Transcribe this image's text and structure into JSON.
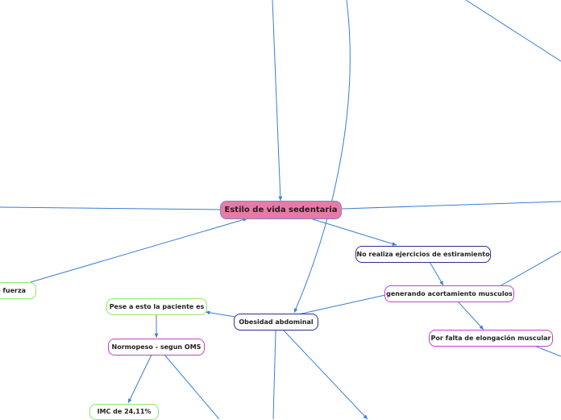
{
  "map": {
    "central": "Estilo de vida sedentaria",
    "nodes": {
      "fuerza": "de fuerza",
      "no_realiza": "No realiza ejercicios de estiramiento",
      "generando": "generando acortamiento  musculos",
      "por_falta": "Por falta de elongación muscular",
      "obesidad": "Obesidad abdominal",
      "pese": "Pese a esto la paciente es",
      "normopeso": "Normopeso - segun OMS",
      "imc": "IMC de 24,11%"
    },
    "colors": {
      "central_fill": "#e97aa6",
      "connector": "#3a7fd0",
      "blue_border": "#2c2f8e",
      "magenta_border": "#c540c9",
      "green_border": "#8fe36a"
    }
  }
}
